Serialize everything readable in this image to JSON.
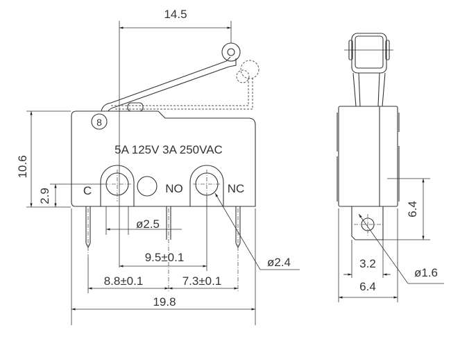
{
  "front_view": {
    "rating_text": "5A 125V 3A 250VAC",
    "marking": "8",
    "terminal_labels": {
      "common": "C",
      "normally_open": "NO",
      "normally_closed": "NC"
    },
    "dimensions": {
      "lever_reach": "14.5",
      "height": "10.6",
      "terminal_height": "2.9",
      "hole_dia_small": "ø2.5",
      "hole_spacing": "9.5±0.1",
      "hole_dia": "ø2.4",
      "pin_pitch_left": "8.8±0.1",
      "pin_pitch_right": "7.3±0.1",
      "length": "19.8"
    }
  },
  "side_view": {
    "dimensions": {
      "pin_height": "6.4",
      "pin_offset": "3.2",
      "width": "6.4",
      "pin_hole_dia": "ø1.6"
    }
  }
}
